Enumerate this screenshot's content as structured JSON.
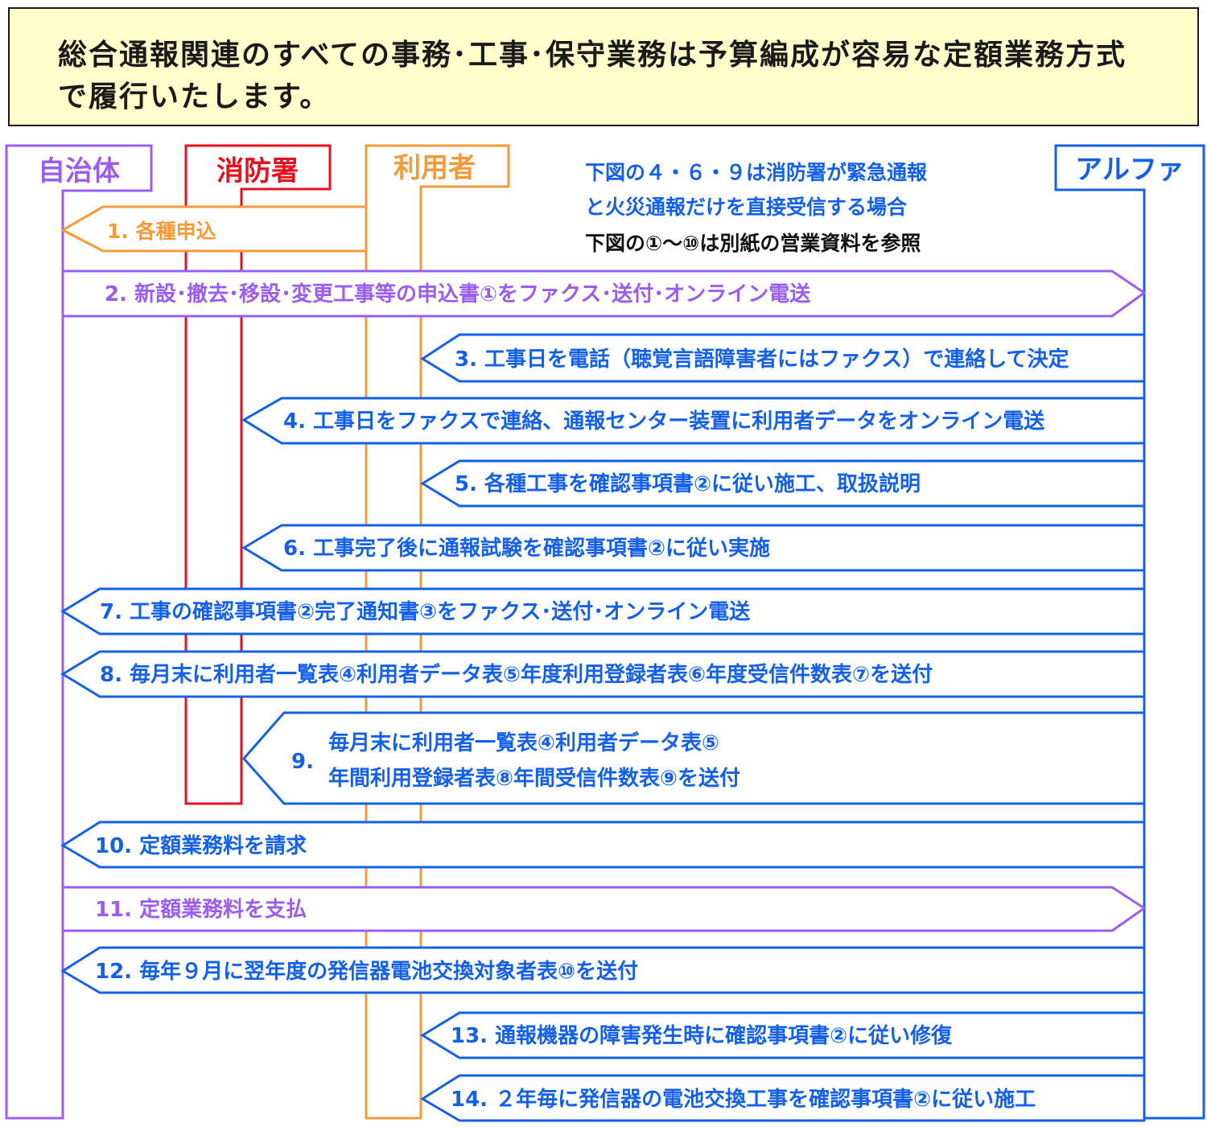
{
  "header": {
    "line1": "総合通報関連のすべての事務･工事･保守業務は予算編成が容易な定額業務方式",
    "line2": "で履行いたします。"
  },
  "lanes": {
    "jichitai": "自治体",
    "shobosho": "消防署",
    "riyosha": "利用者",
    "alpha": "アルファ"
  },
  "notes": {
    "line1": "下図の４・６・９は消防署が緊急通報",
    "line2": "と火災通報だけを直接受信する場合",
    "line3": "下図の①～⑩は別紙の営業資料を参照"
  },
  "steps": {
    "s1": "1. 各種申込",
    "s2": "2. 新設･撤去･移設･変更工事等の申込書①をファクス･送付･オンライン電送",
    "s3": "3. 工事日を電話（聴覚言語障害者にはファクス）で連絡して決定",
    "s4": "4. 工事日をファクスで連絡、通報センター装置に利用者データをオンライン電送",
    "s5": "5. 各種工事を確認事項書②に従い施工、取扱説明",
    "s6": "6. 工事完了後に通報試験を確認事項書②に従い実施",
    "s7": "7. 工事の確認事項書②完了通知書③をファクス･送付･オンライン電送",
    "s8": "8. 毎月末に利用者一覧表④利用者データ表⑤年度利用登録者表⑥年度受信件数表⑦を送付",
    "s9_num": "9.",
    "s9_line1": "毎月末に利用者一覧表④利用者データ表⑤",
    "s9_line2": "年間利用登録者表⑧年間受信件数表⑨を送付",
    "s10": "10. 定額業務料を請求",
    "s11": "11. 定額業務料を支払",
    "s12": "12. 毎年９月に翌年度の発信器電池交換対象者表⑩を送付",
    "s13": "13. 通報機器の障害発生時に確認事項書②に従い修復",
    "s14": "14. ２年毎に発信器の電池交換工事を確認事項書②に従い施工"
  },
  "colors": {
    "jichitai": "#9b5cf0",
    "shobosho": "#e8101c",
    "riyosha": "#f59a3a",
    "alpha": "#1560e8",
    "note_black": "#111111",
    "header_bg": "#ffffcc"
  }
}
